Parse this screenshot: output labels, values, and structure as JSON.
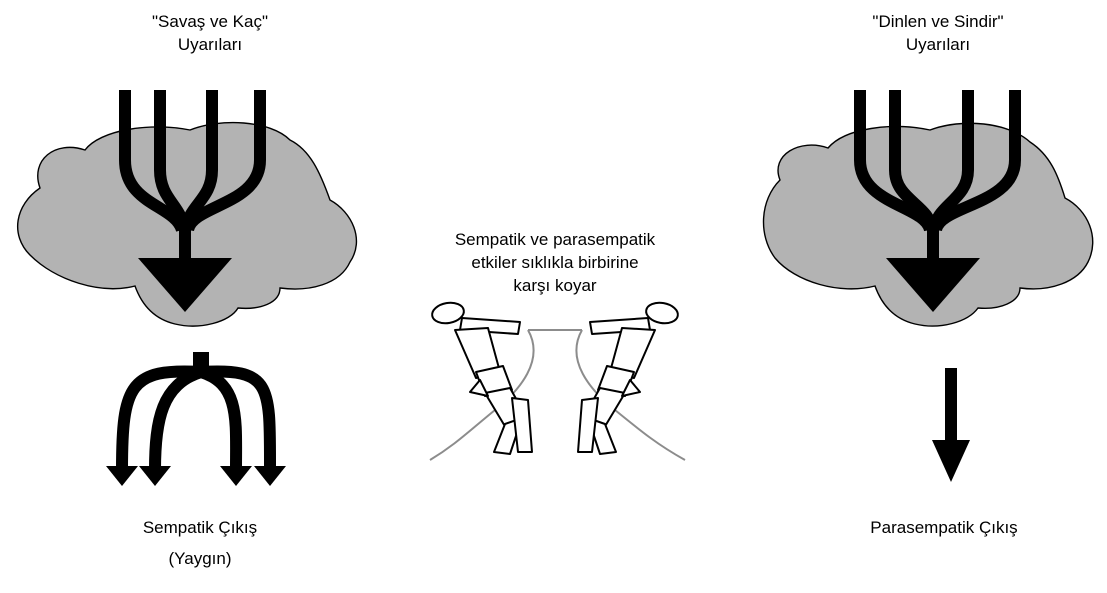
{
  "left": {
    "stimulus_line1": "\"Savaş ve Kaç\"",
    "stimulus_line2": "Uyarıları",
    "output_line1": "Sempatik Çıkış",
    "output_line2": "(Yaygın)"
  },
  "right": {
    "stimulus_line1": "\"Dinlen ve Sindir\"",
    "stimulus_line2": "Uyarıları",
    "output_line1": "Parasempatik Çıkış"
  },
  "center": {
    "caption_line1": "Sempatik ve parasempatik",
    "caption_line2": "etkiler sıklıkla birbirine",
    "caption_line3": "karşı koyar"
  },
  "colors": {
    "brain_fill": "#b3b3b3",
    "ink": "#000000",
    "rope": "#8c8c8c"
  }
}
